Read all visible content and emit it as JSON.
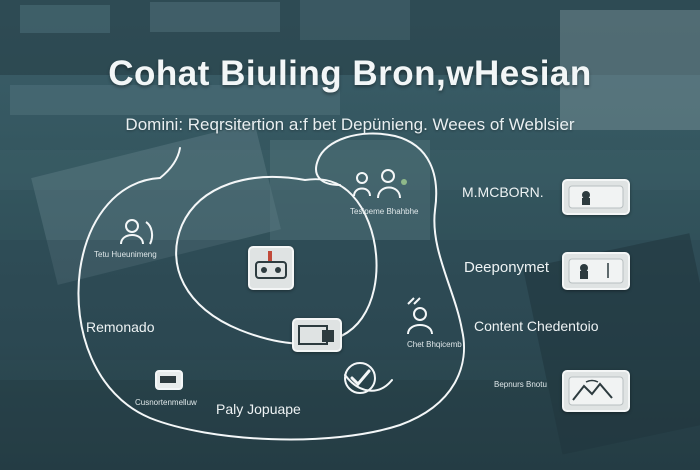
{
  "title": "Cohat Biuling Bron,wHesian",
  "subtitle": "Domini: Reqrsitertion a:f bet Depünieng. Weees of Weblsier",
  "labels": {
    "top_node": "Tesipeme Bhahbhe",
    "left_node": "Tetu Hueunimeng",
    "mcborn": "M.MCBORN.",
    "deeponymet": "Deeponymet",
    "remonado": "Remonado",
    "content": "Content Chedentoio",
    "mid_right_node": "Chet Bhqicemb",
    "bottom_left_node": "Cusnortenmelluw",
    "paly": "Paly Jopuape",
    "bottom_right_node": "Bepnurs Bnotu"
  },
  "colors": {
    "background": "#2f4e58",
    "line": "#f4f7f8",
    "card": "#dfe3e3"
  },
  "icons": [
    "person-icon",
    "user-icon",
    "monitor-icon",
    "window-icon",
    "checkmark-icon",
    "laptop-icon",
    "mountain-icon"
  ]
}
